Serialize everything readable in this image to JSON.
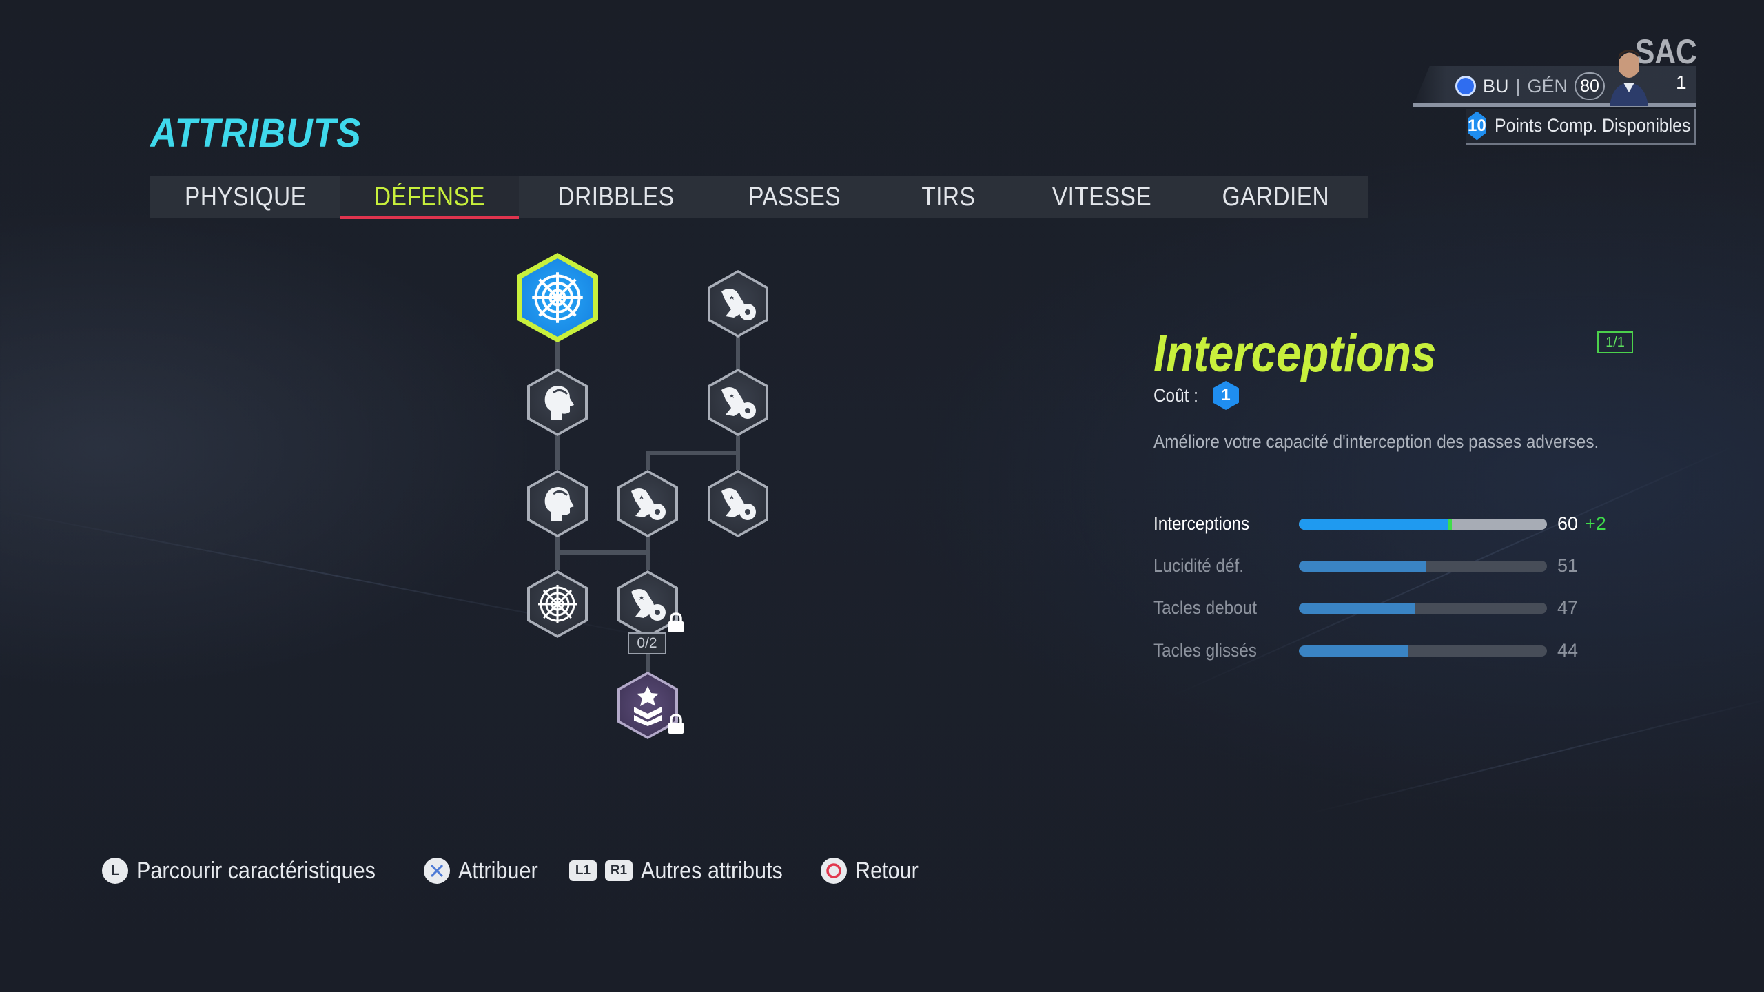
{
  "page": {
    "title": "ATTRIBUTS"
  },
  "tabs": [
    {
      "label": "PHYSIQUE",
      "active": false
    },
    {
      "label": "DÉFENSE",
      "active": true
    },
    {
      "label": "DRIBBLES",
      "active": false
    },
    {
      "label": "PASSES",
      "active": false
    },
    {
      "label": "TIRS",
      "active": false
    },
    {
      "label": "VITESSE",
      "active": false
    },
    {
      "label": "GARDIEN",
      "active": false
    }
  ],
  "profile": {
    "position": "SAC",
    "preferred_position": "BU",
    "separator": "|",
    "rating_label": "GÉN",
    "rating": "80",
    "count": "1",
    "points_value": "10",
    "points_label": "Points Comp. Disponibles"
  },
  "tree": {
    "counter": "0/2",
    "icons": {
      "selected": "spider-web-icon",
      "web": "spider-web-icon",
      "head": "head-profile-icon",
      "tackle": "slide-tackle-icon",
      "specialty": "rank-chevrons-star-icon",
      "lock": "padlock-icon"
    }
  },
  "detail": {
    "name": "Interceptions",
    "page_indicator": "1/1",
    "cost_label": "Coût :",
    "cost_value": "1",
    "description": "Améliore votre capacité d'interception des passes adverses.",
    "stats": [
      {
        "name": "Interceptions",
        "value": "60",
        "bonus": "+2",
        "pct": 0.6,
        "highlight": true
      },
      {
        "name": "Lucidité déf.",
        "value": "51",
        "bonus": "",
        "pct": 0.51,
        "highlight": false
      },
      {
        "name": "Tacles debout",
        "value": "47",
        "bonus": "",
        "pct": 0.47,
        "highlight": false
      },
      {
        "name": "Tacles glissés",
        "value": "44",
        "bonus": "",
        "pct": 0.44,
        "highlight": false
      }
    ]
  },
  "footer": {
    "browse_button": "L",
    "browse_label": "Parcourir caractéristiques",
    "assign_label": "Attribuer",
    "l1_button": "L1",
    "r1_button": "R1",
    "other_label": "Autres attributs",
    "back_label": "Retour"
  },
  "colors": {
    "title": "#3fd9ec",
    "accent_lime": "#c8f03c",
    "tab_underline": "#e0344e",
    "bar_fill": "#1f9af0",
    "bonus_green": "#3fdc4a"
  }
}
